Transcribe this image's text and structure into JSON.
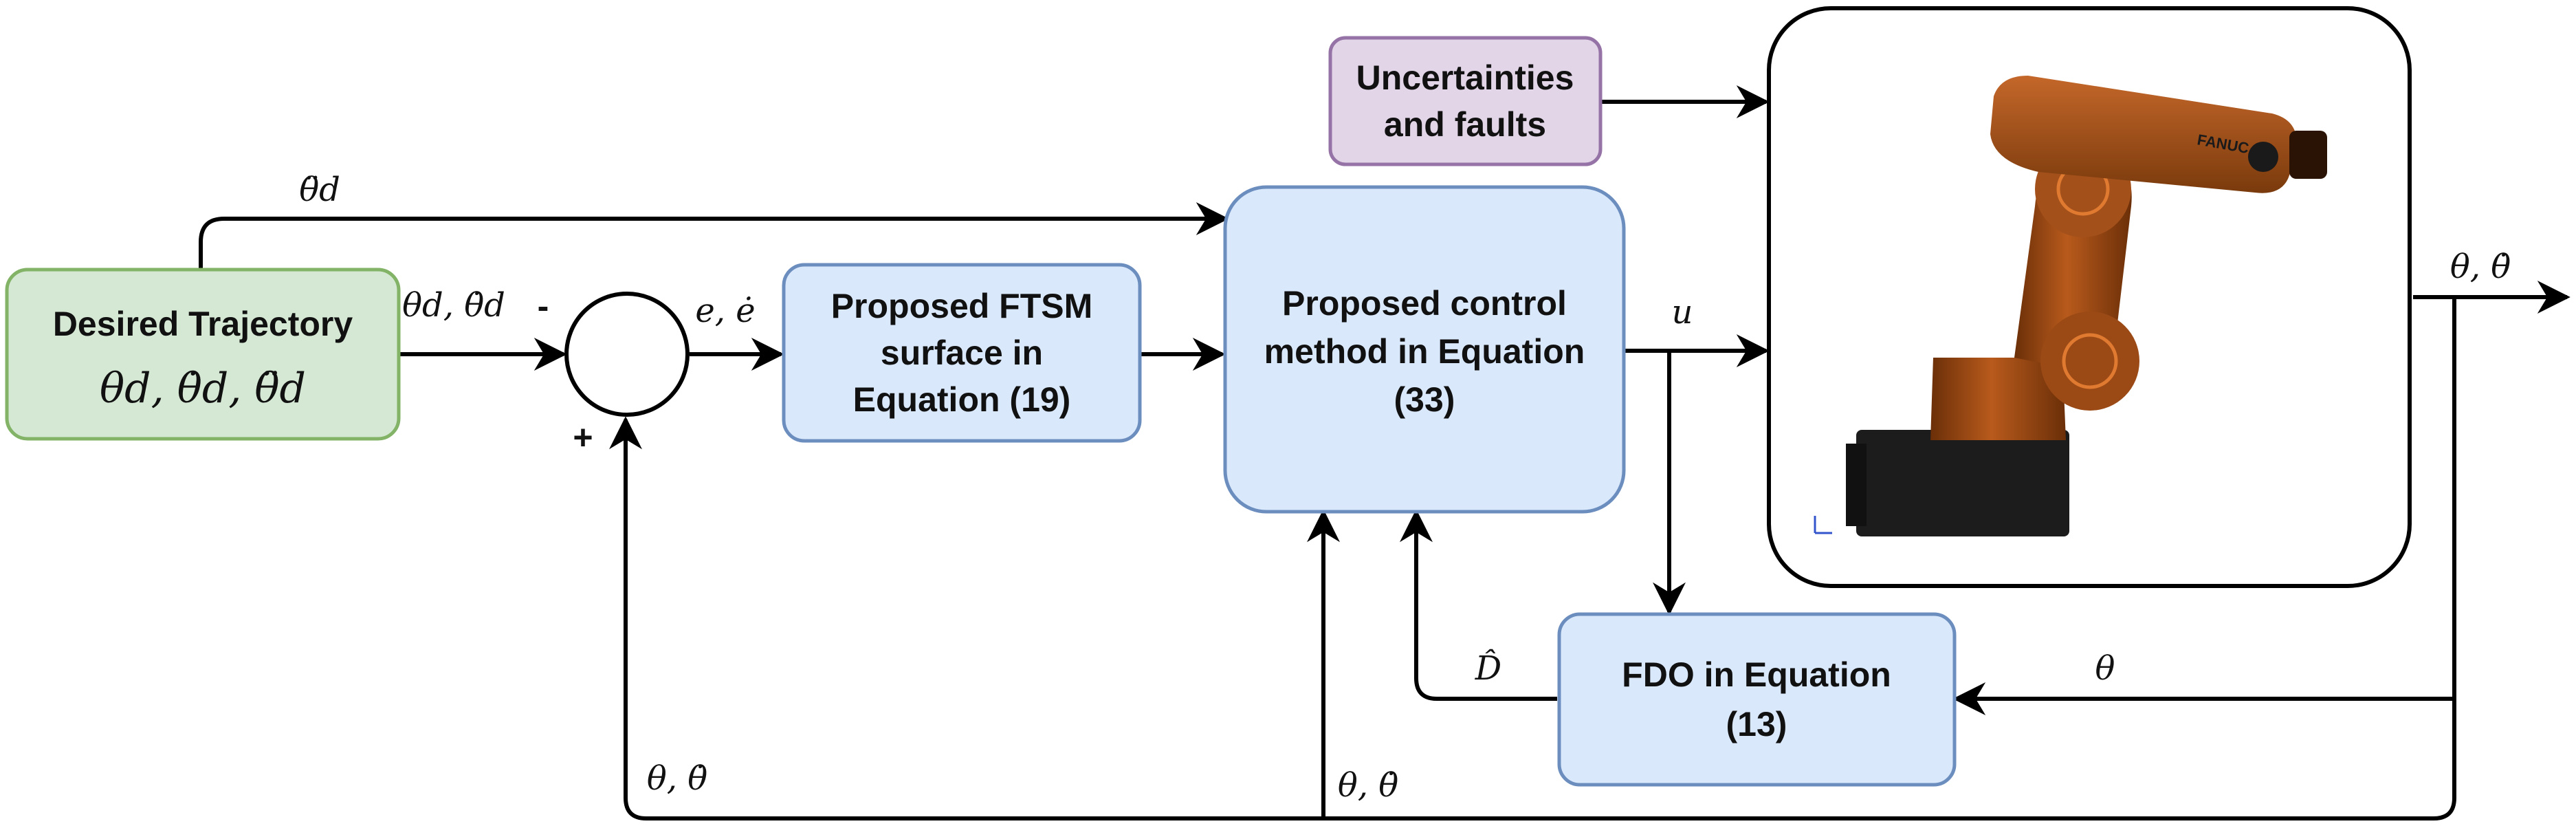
{
  "boxes": {
    "desired": {
      "line1": "Desired Trajectory",
      "line2": "θd, θ̇d, θ̈d",
      "fill": "#d5e8d4",
      "stroke": "#82b366"
    },
    "uncertainties": {
      "line1": "Uncertainties",
      "line2": "and faults",
      "fill": "#e1d5e7",
      "stroke": "#9673a6"
    },
    "ftsm": {
      "line1": "Proposed FTSM",
      "line2": "surface in",
      "line3": "Equation (19)",
      "fill": "#dae8fc",
      "stroke": "#6c8ebf"
    },
    "control": {
      "line1": "Proposed control",
      "line2": "method in Equation",
      "line3": "(33)",
      "fill": "#dae8fc",
      "stroke": "#6c8ebf"
    },
    "fdo": {
      "line1": "FDO in Equation",
      "line2": "(13)",
      "fill": "#dae8fc",
      "stroke": "#6c8ebf"
    }
  },
  "summing_junction": {
    "minus": "-",
    "plus": "+"
  },
  "signals": {
    "theta_dd_top": "θ̈d",
    "theta_d_in": "θd, θ̇d",
    "error": "e, ė",
    "u": "u",
    "output": "θ, θ̇",
    "theta_fdo": "θ",
    "d_hat": "D̂",
    "feedback_left": "θ, θ̇",
    "feedback_mid": "θ, θ̇"
  },
  "robot": {
    "color": "#8b4513",
    "base_color": "#1a1a1a",
    "brand": "FANUC"
  }
}
